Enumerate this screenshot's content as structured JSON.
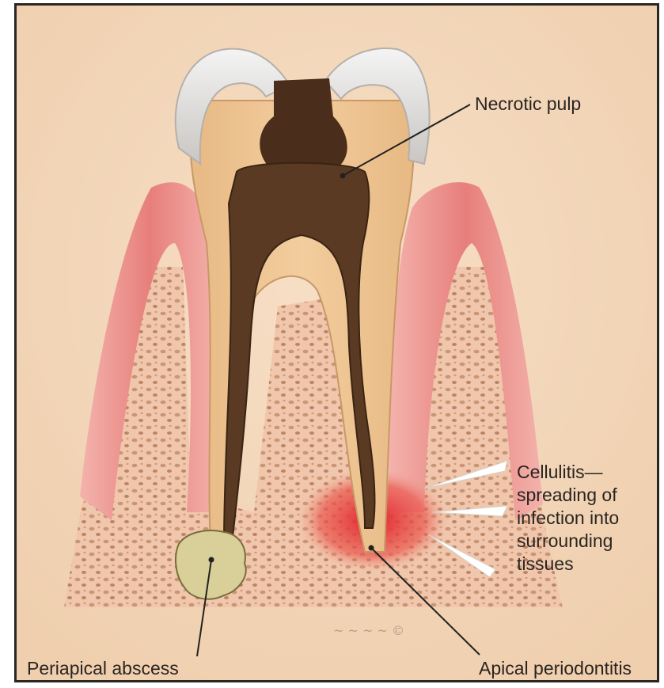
{
  "labels": {
    "necrotic_pulp": "Necrotic pulp",
    "cellulitis": [
      "Cellulitis—",
      "spreading of",
      "infection into",
      "surrounding",
      "tissues"
    ],
    "periapical_abscess": "Periapical abscess",
    "apical_periodontitis": "Apical periodontitis"
  },
  "colors": {
    "background": "#f5d9bd",
    "gum": "#e98a86",
    "bone": "#f1cbb6",
    "enamel": "#e6e6e6",
    "dentin": "#eec391",
    "necrotic_pulp": "#5a3a22",
    "abscess": "#d9cf98",
    "inflammation": "#e0232b"
  }
}
